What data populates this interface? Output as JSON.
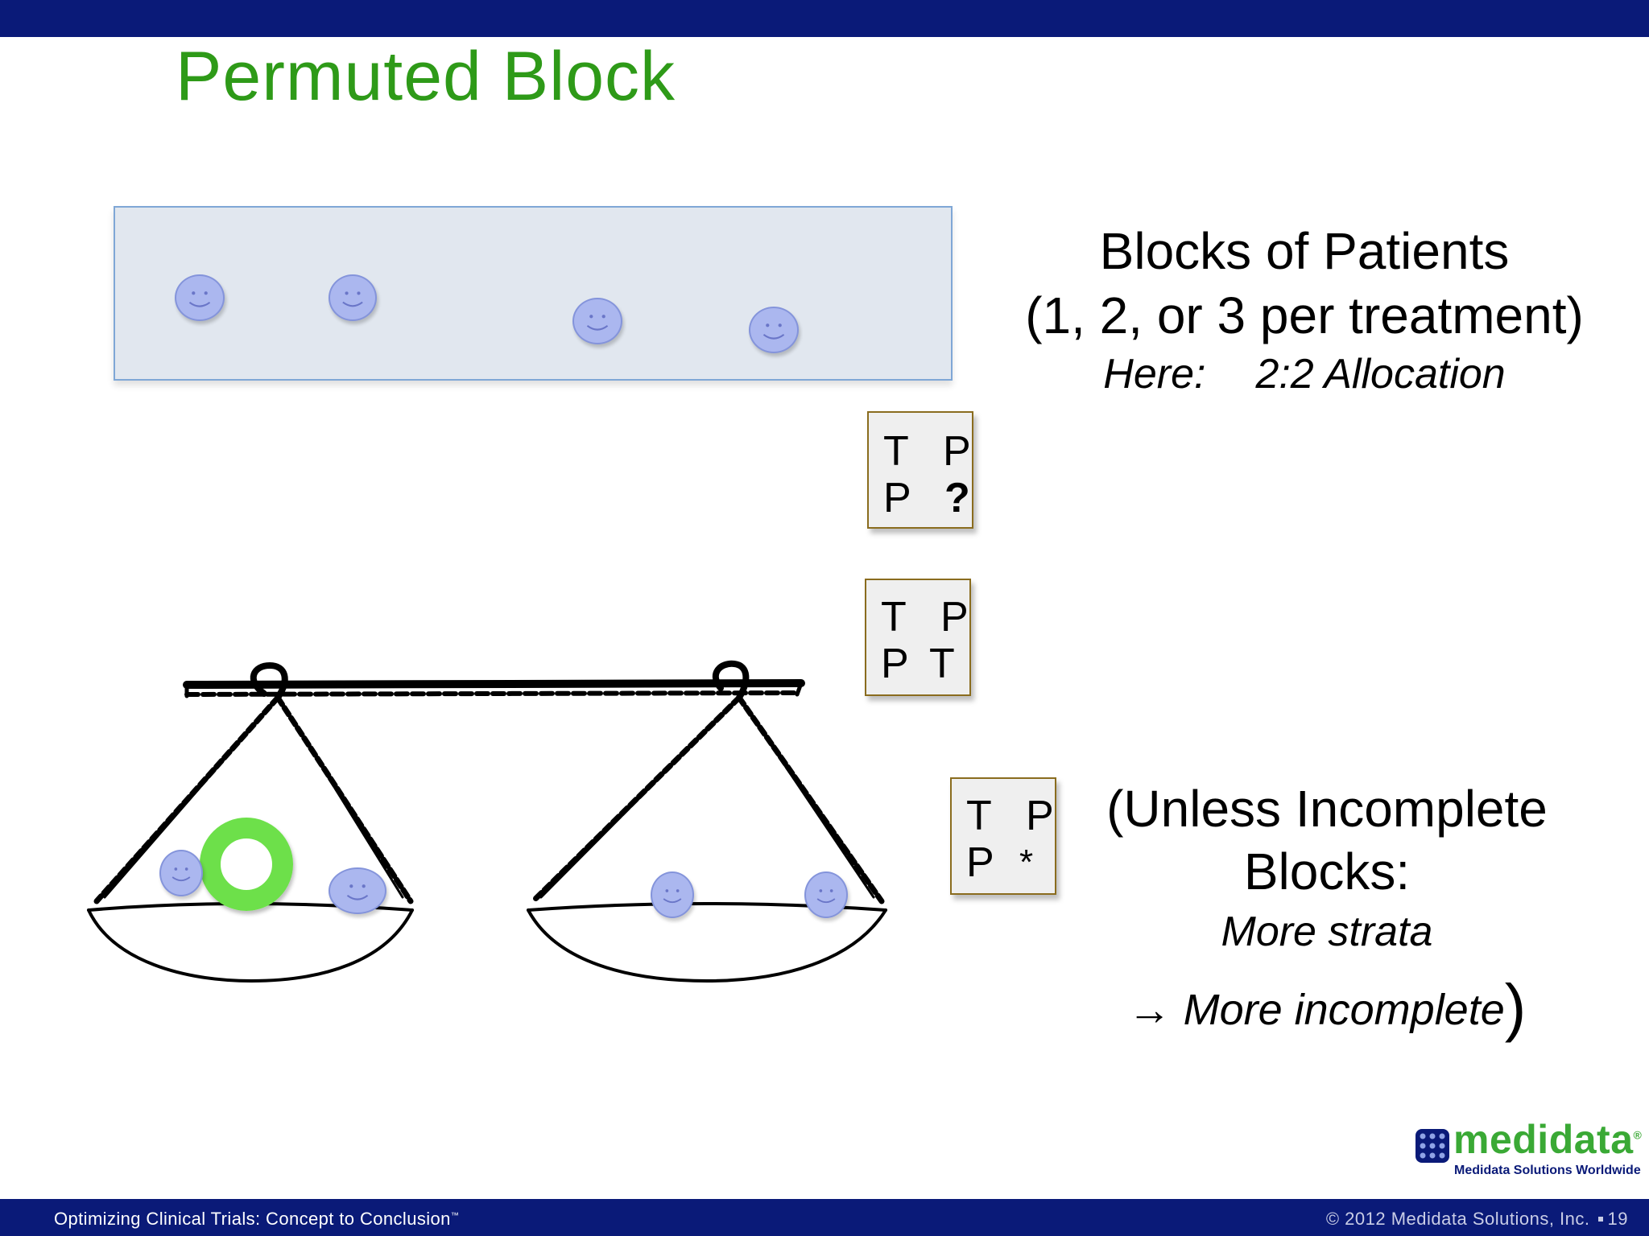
{
  "slide": {
    "title": "Permuted Block",
    "blocks_heading": "Blocks of Patients",
    "blocks_range": "(1, 2, or 3 per treatment)",
    "allocation_prefix": "Here:",
    "allocation_value": "2:2 Allocation",
    "unless_line1": "(Unless Incomplete",
    "unless_line2": "Blocks:",
    "unless_line3": "More strata",
    "unless_line4": "→ More incomplete",
    "unless_close": ")"
  },
  "blocks": [
    {
      "c1": "T",
      "c2": "P",
      "c3": "P",
      "c4": "?"
    },
    {
      "c1": "T",
      "c2": "P",
      "c3": "P",
      "c4": "T"
    },
    {
      "c1": "T",
      "c2": "P",
      "c3": "P",
      "c4": "*"
    }
  ],
  "colors": {
    "header_bar": "#0a1a78",
    "title": "#2e9a18",
    "patient_face": "#abb7ef",
    "ring": "#6de04a",
    "block_border": "#8a6c1e"
  },
  "icons": [
    "smiley-face-icon",
    "green-ring-icon",
    "balance-scale-drawing",
    "medidata-logo"
  ],
  "logo": {
    "wordmark": "medidata",
    "tagline": "Medidata Solutions Worldwide",
    "registered": "®"
  },
  "footer": {
    "left": "Optimizing Clinical Trials: Concept to Conclusion",
    "trademark": "™",
    "copyright": "© 2012 Medidata Solutions, Inc.",
    "page": "19"
  }
}
